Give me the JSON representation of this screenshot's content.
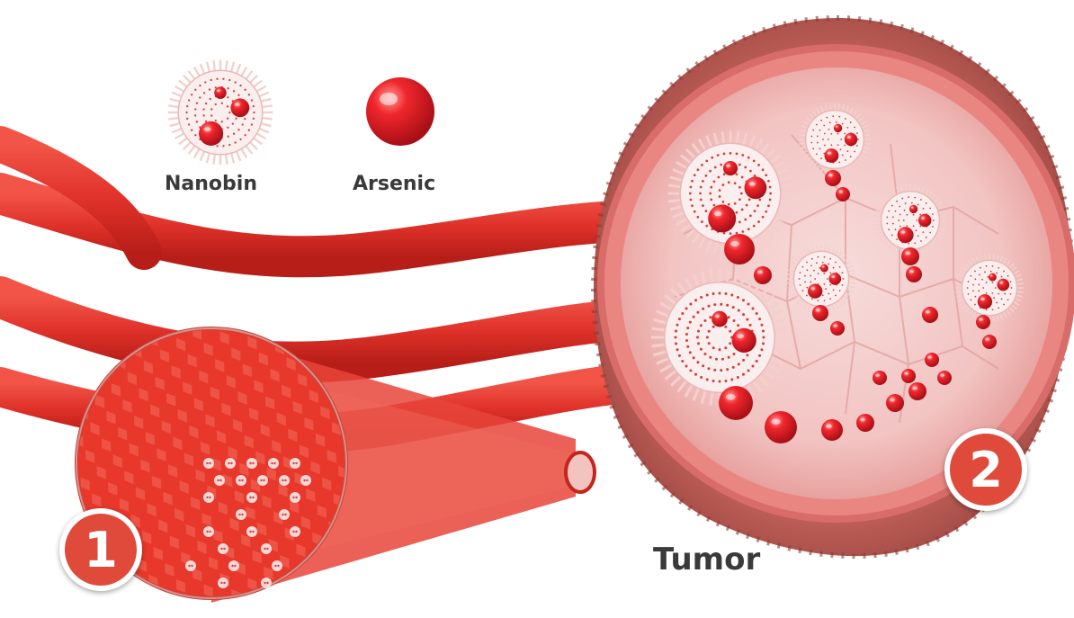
{
  "legend": {
    "nanobin_label": "Nanobin",
    "arsenic_label": "Arsenic"
  },
  "labels": {
    "tumor": "Tumor"
  },
  "steps": [
    "1",
    "2"
  ],
  "colors": {
    "vessel_red": "#e53b2e",
    "tumor_tissue": "#c25e58",
    "arsenic_red": "#e8202a",
    "legend_bg": "#f3d7d5",
    "badge_red": "#e04a3a"
  }
}
